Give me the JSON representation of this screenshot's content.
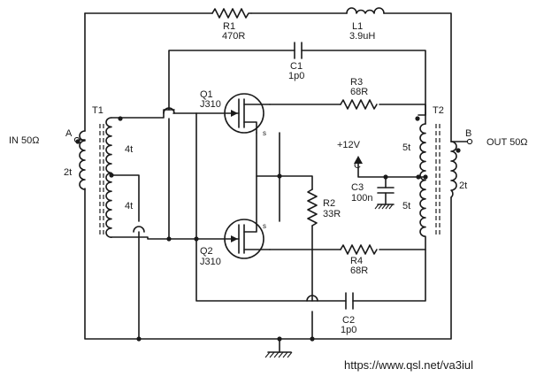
{
  "input": {
    "label": "IN 50Ω",
    "node": "A"
  },
  "output": {
    "label": "OUT 50Ω",
    "node": "B"
  },
  "R1": {
    "name": "R1",
    "value": "470R"
  },
  "L1": {
    "name": "L1",
    "value": "3.9uH"
  },
  "C1": {
    "name": "C1",
    "value": "1p0"
  },
  "R3": {
    "name": "R3",
    "value": "68R"
  },
  "Q1": {
    "name": "Q1",
    "part": "J310",
    "pin": "s"
  },
  "Q2": {
    "name": "Q2",
    "part": "J310",
    "pin": "s"
  },
  "R2": {
    "name": "R2",
    "value": "33R"
  },
  "R4": {
    "name": "R4",
    "value": "68R"
  },
  "C2": {
    "name": "C2",
    "value": "1p0"
  },
  "C3": {
    "name": "C3",
    "value": "100n"
  },
  "supply": {
    "voltage": "+12V",
    "node": "C"
  },
  "T1": {
    "name": "T1",
    "primary": "2t",
    "sec_upper": "4t",
    "sec_lower": "4t"
  },
  "T2": {
    "name": "T2",
    "secondary": "2t",
    "pri_upper": "5t",
    "pri_lower": "5t"
  },
  "watermark": "https://www.qsl.net/va3iul"
}
